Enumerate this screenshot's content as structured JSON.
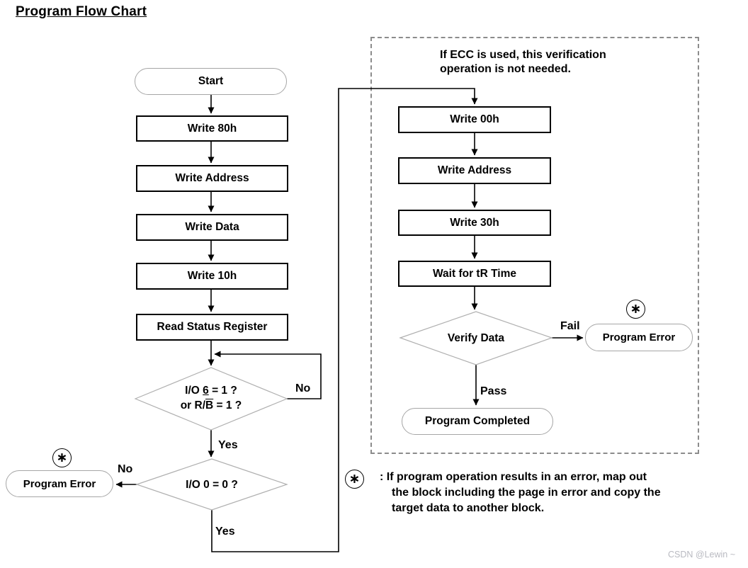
{
  "title": "Program Flow Chart",
  "left_flow": {
    "start": "Start",
    "write_80h": "Write 80h",
    "write_address": "Write Address",
    "write_data": "Write Data",
    "write_10h": "Write 10h",
    "read_status": "Read Status Register",
    "decision_busy": {
      "l1_pre": "I/O ",
      "l1_underlined": "6",
      "l1_post": " = 1 ?",
      "l2_pre": "or R/",
      "l2_overlined": "B",
      "l2_post": " = 1 ?"
    },
    "decision_io0": "I/O 0 = 0 ?",
    "program_error": "Program Error"
  },
  "right_flow": {
    "ecc_note_line1": "If ECC is used, this verification",
    "ecc_note_line2": "operation is not needed.",
    "write_00h": "Write 00h",
    "write_address": "Write Address",
    "write_30h": "Write 30h",
    "wait_tr_time": "Wait for tR Time",
    "verify_data": "Verify Data",
    "program_error": "Program Error",
    "program_completed": "Program Completed"
  },
  "edge_labels": {
    "no_loop": "No",
    "yes_busy": "Yes",
    "no_error": "No",
    "yes_exit": "Yes",
    "fail": "Fail",
    "pass": "Pass"
  },
  "asterisk_symbol": "∗",
  "footnote": {
    "line1": ": If program operation results in an error, map out",
    "line2": "the block including the page in error and copy the",
    "line3": "target data to another block."
  },
  "watermark": "CSDN @Lewin ~",
  "colors": {
    "line": "#000000",
    "shape_border_gray": "#a6a6a6",
    "dashed_border": "#8c8c8c",
    "watermark": "#b9bac1"
  }
}
